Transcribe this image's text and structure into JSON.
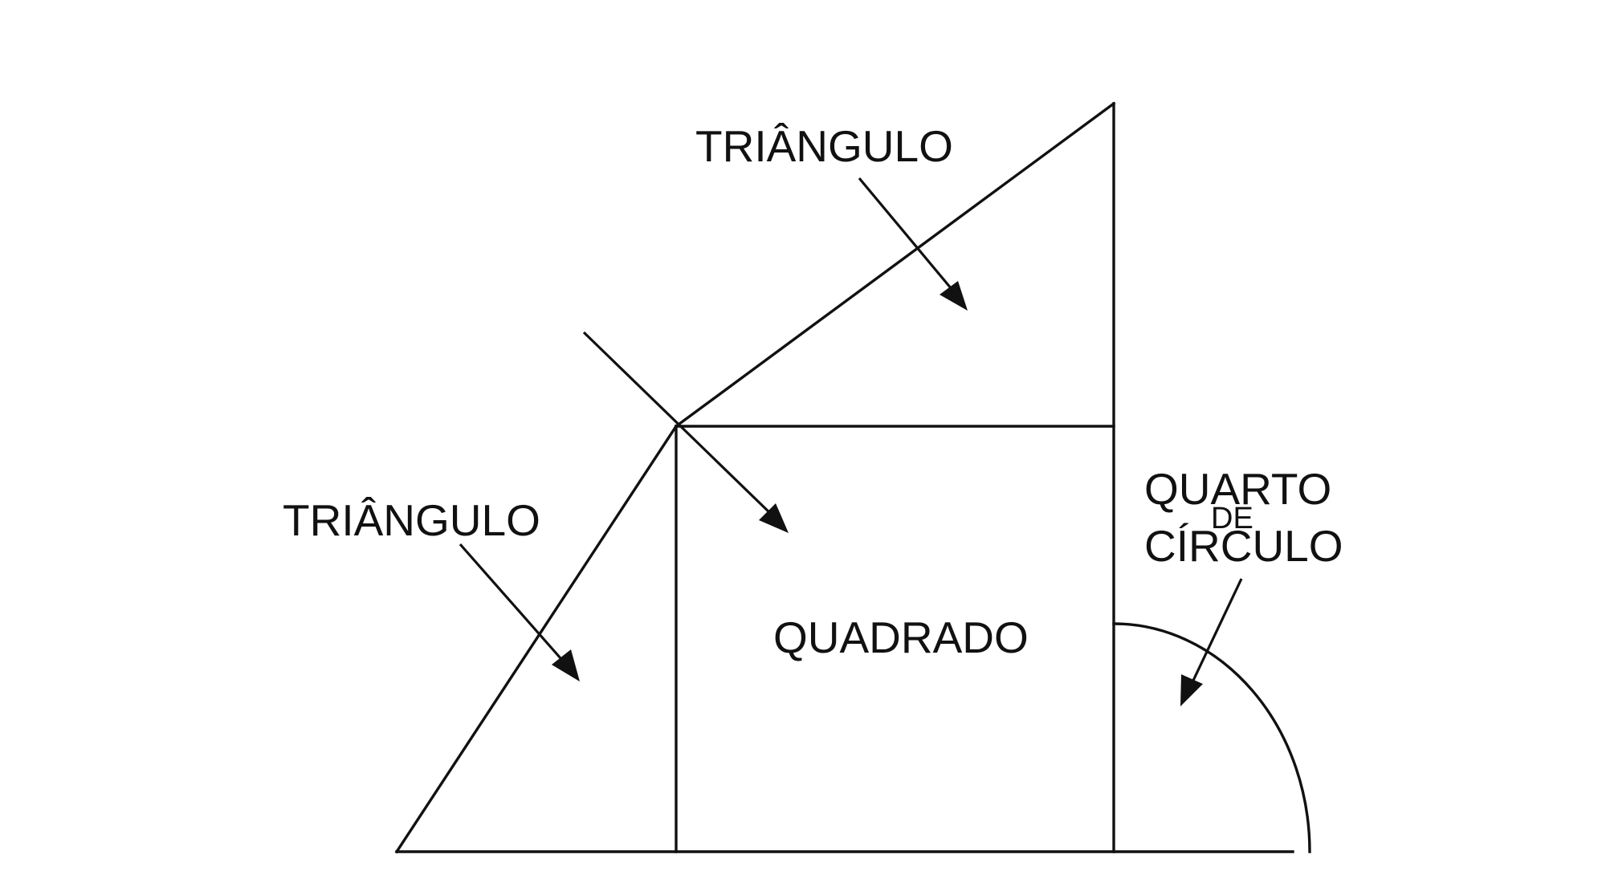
{
  "labels": {
    "triangle_top": "TRIÂNGULO",
    "triangle_left": "TRIÂNGULO",
    "square": "QUADRADO",
    "quarter_circle_line1": "QUARTO",
    "quarter_circle_line2": "DE",
    "quarter_circle_line3": "CÍRCULO"
  },
  "colors": {
    "stroke": "#111111",
    "background": "#ffffff"
  }
}
